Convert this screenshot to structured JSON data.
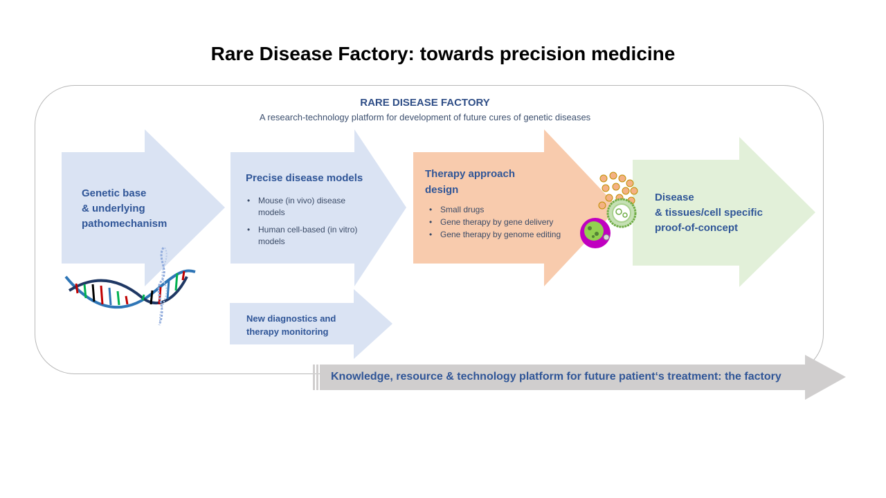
{
  "title": "Rare Disease Factory: towards precision medicine",
  "frame": {
    "title": "RARE DISEASE FACTORY",
    "subtitle": "A research-technology platform for development of future cures of genetic diseases"
  },
  "steps": [
    {
      "heading": [
        "Genetic base",
        "& underlying",
        "pathomechanism"
      ],
      "color": "#dae3f3"
    },
    {
      "heading": [
        "Precise disease models"
      ],
      "bullets": [
        "Mouse (in vivo) disease models",
        "Human cell-based (in vitro) models"
      ],
      "color": "#dae3f3"
    },
    {
      "heading": [
        "Therapy approach",
        "design"
      ],
      "bullets": [
        "Small drugs",
        "Gene therapy by gene delivery",
        "Gene therapy by genome editing"
      ],
      "color": "#f8cbad"
    },
    {
      "heading": [
        "Disease",
        "& tissues/cell specific",
        "proof-of-concept"
      ],
      "color": "#e2f0d9"
    }
  ],
  "side_step": {
    "heading": [
      "New diagnostics and",
      "therapy monitoring"
    ],
    "color": "#dae3f3"
  },
  "platform": {
    "label": "Knowledge, resource & technology platform for future patient‘s treatment: the factory",
    "color": "#d0cece"
  },
  "icons": [
    "dna-helix-icon",
    "nanoparticles-icon",
    "cell-icon"
  ]
}
